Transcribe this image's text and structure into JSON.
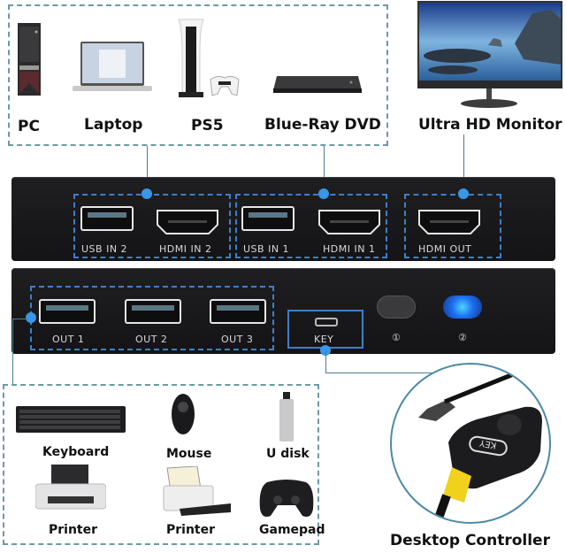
{
  "top_sources": {
    "devices": [
      {
        "name": "PC",
        "icon": "desktop-tower-icon"
      },
      {
        "name": "Laptop",
        "icon": "laptop-icon"
      },
      {
        "name": "PS5",
        "icon": "game-console-icon"
      },
      {
        "name": "Blue-Ray DVD",
        "icon": "dvd-player-icon"
      }
    ]
  },
  "monitor": {
    "name": "Ultra HD Monitor",
    "icon": "monitor-icon"
  },
  "switch_back_panel": {
    "ports": [
      {
        "label": "USB IN 2",
        "type": "usb"
      },
      {
        "label": "HDMI IN 2",
        "type": "hdmi"
      },
      {
        "label": "USB IN 1",
        "type": "usb"
      },
      {
        "label": "HDMI IN 1",
        "type": "hdmi"
      },
      {
        "label": "HDMI OUT",
        "type": "hdmi"
      }
    ]
  },
  "switch_front_panel": {
    "ports": [
      {
        "label": "OUT 1",
        "type": "usb"
      },
      {
        "label": "OUT 2",
        "type": "usb"
      },
      {
        "label": "OUT 3",
        "type": "usb"
      },
      {
        "label": "KEY",
        "type": "micro-usb"
      }
    ],
    "indicators": [
      {
        "label": "①",
        "state": "off"
      },
      {
        "label": "②",
        "state": "on",
        "color": "#1e8cff"
      }
    ]
  },
  "peripherals": {
    "devices": [
      {
        "name": "Keyboard",
        "icon": "keyboard-icon"
      },
      {
        "name": "Mouse",
        "icon": "mouse-icon"
      },
      {
        "name": "U disk",
        "icon": "usb-drive-icon"
      },
      {
        "name": "Printer",
        "icon": "printer-icon"
      },
      {
        "name": "Printer",
        "icon": "scanner-printer-icon"
      },
      {
        "name": "Gamepad",
        "icon": "gamepad-icon"
      }
    ]
  },
  "controller": {
    "name": "Desktop Controller",
    "key_label": "KEY"
  },
  "colors": {
    "dashed_outline": "#6b9aa6",
    "port_group_outline": "#3f7fc8",
    "connector_dot": "#3a96e6",
    "panel": "#18181a",
    "led_active": "#1e8cff"
  }
}
